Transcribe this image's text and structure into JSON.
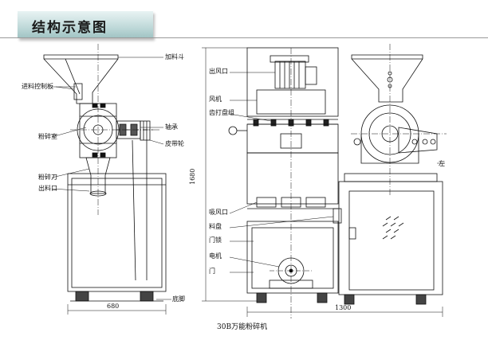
{
  "title": "结构示意图",
  "caption": "30B万能粉碎机",
  "left_view": {
    "labels": {
      "hopper": "加料斗",
      "feed_control": "进料控制板",
      "crushing_chamber": "粉碎室",
      "crushing_knife": "粉碎刀",
      "outlet": "出料口",
      "bearing": "轴承",
      "pulley": "皮带轮",
      "foot": "底脚"
    },
    "dimension_width": "680"
  },
  "right_view": {
    "labels": {
      "air_outlet": "出风口",
      "fan": "风机",
      "crushing_gear_plate": "齿打盘组",
      "suction_port": "吸风口",
      "hopper_tray": "料盘",
      "door_lock": "门锁",
      "motor": "电机",
      "door": "门",
      "side_cut": "左"
    },
    "dimension_height": "1680",
    "dimension_width": "1300"
  }
}
